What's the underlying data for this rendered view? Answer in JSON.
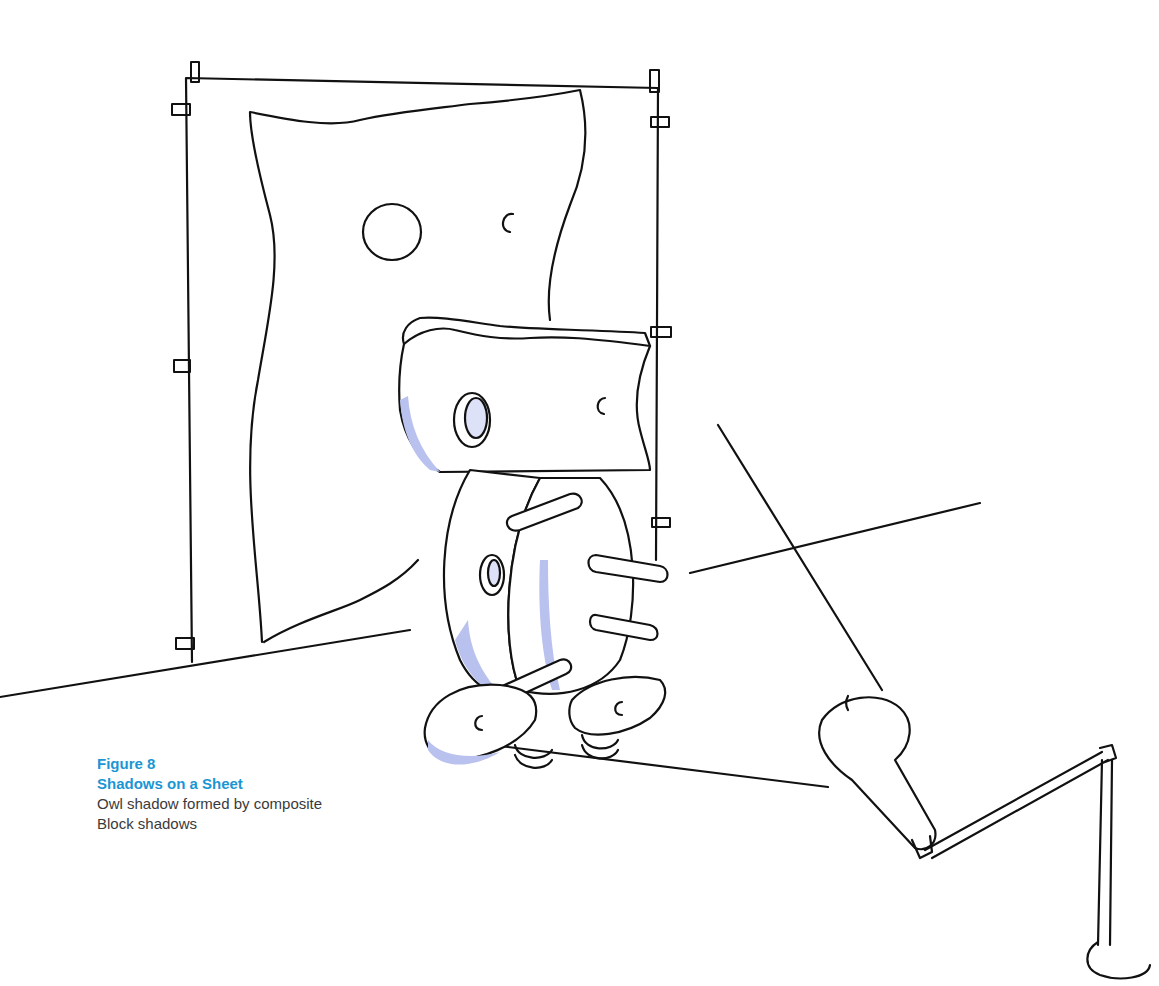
{
  "diagram": {
    "title": "Shadows on a Sheet",
    "caption": "Owl shadow formed by composite Block shadows",
    "labels": [
      "Figure 8"
    ]
  }
}
